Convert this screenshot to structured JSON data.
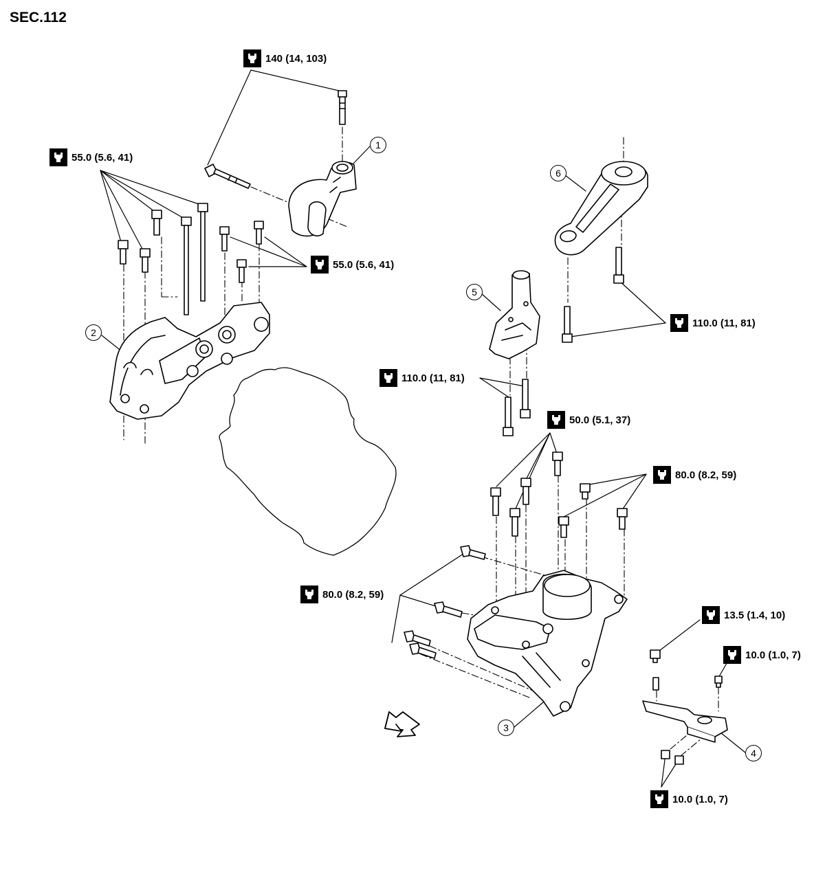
{
  "section_label": "SEC.112",
  "torque_specs": {
    "t1": "140 (14, 103)",
    "t2": "55.0 (5.6, 41)",
    "t3": "55.0 (5.6, 41)",
    "t4": "110.0 (11, 81)",
    "t5": "110.0 (11, 81)",
    "t6": "50.0 (5.1, 37)",
    "t7": "80.0 (8.2, 59)",
    "t8": "80.0 (8.2, 59)",
    "t9": "13.5 (1.4, 10)",
    "t10": "10.0 (1.0, 7)",
    "t11": "10.0 (1.0, 7)"
  },
  "callouts": {
    "c1": "1",
    "c2": "2",
    "c3": "3",
    "c4": "4",
    "c5": "5",
    "c6": "6"
  },
  "icons": {
    "torque": "torque-wrench-icon",
    "front_direction": "front-arrow-icon"
  }
}
